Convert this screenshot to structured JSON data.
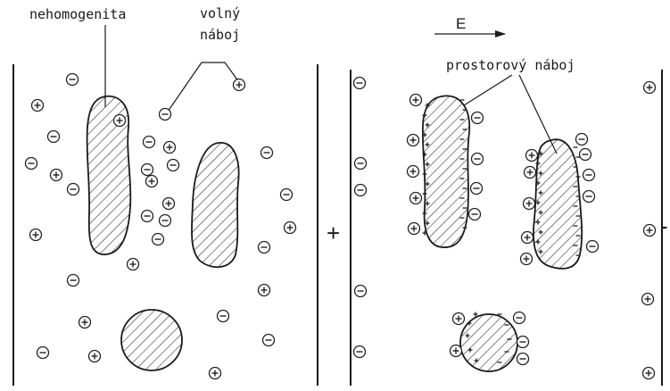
{
  "labels": {
    "inhomogeneity": "nehomogenita",
    "free_charge_line1": "volný",
    "free_charge_line2": "náboj",
    "field": "E",
    "space_charge": "prostorový náboj",
    "plus_sign": "+",
    "minus_sign": "-"
  },
  "colors": {
    "ink": "#1a1a1a",
    "background": "#ffffff"
  },
  "icons": {
    "positive_charge": "circled-plus",
    "negative_charge": "circled-minus"
  },
  "panels": [
    {
      "name": "left",
      "state": "without electric field"
    },
    {
      "name": "right",
      "state": "with applied electric field E"
    }
  ]
}
